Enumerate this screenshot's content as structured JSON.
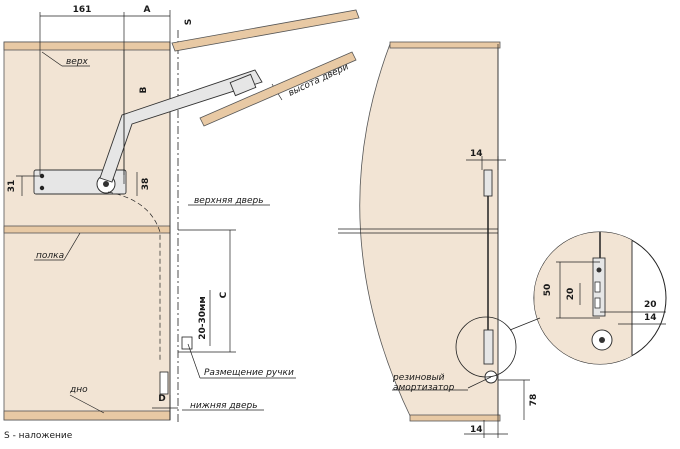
{
  "dimensions": {
    "d161": "161",
    "dA": "A",
    "dS": "S",
    "dB": "B",
    "d31": "31",
    "d38": "38",
    "dC": "C",
    "d2030": "20-30мм",
    "dD": "D",
    "d14top": "14",
    "d50": "50",
    "d20v": "20",
    "d20h": "20",
    "d14det": "14",
    "d78": "78",
    "d14bot": "14"
  },
  "labels": {
    "top": "верх",
    "door_height": "высота двери",
    "upper_door": "верхняя дверь",
    "shelf": "полка",
    "handle": "Размещение ручки",
    "bottom": "дно",
    "lower_door": "нижняя дверь",
    "damper_1": "резиновый",
    "damper_2": "амортизатор"
  },
  "legend": "S - наложение",
  "colors": {
    "panel": "#f2e4d4",
    "edge": "#e8c9a4",
    "line": "#222222"
  }
}
